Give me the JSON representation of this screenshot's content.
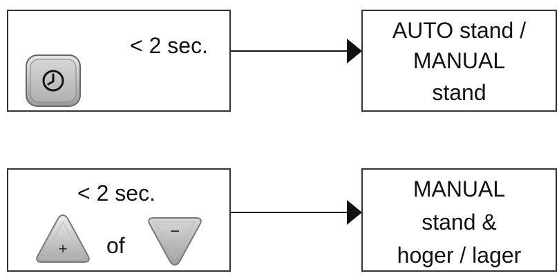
{
  "rows": [
    {
      "action_text": "< 2 sec.",
      "button_icon": "clock-icon",
      "result_lines": [
        "AUTO stand /",
        "MANUAL",
        "stand"
      ]
    },
    {
      "action_text": "< 2 sec.",
      "plus_symbol": "+",
      "connector": "of",
      "minus_symbol": "−",
      "result_lines": [
        "MANUAL",
        "stand &",
        "hoger / lager"
      ]
    }
  ]
}
